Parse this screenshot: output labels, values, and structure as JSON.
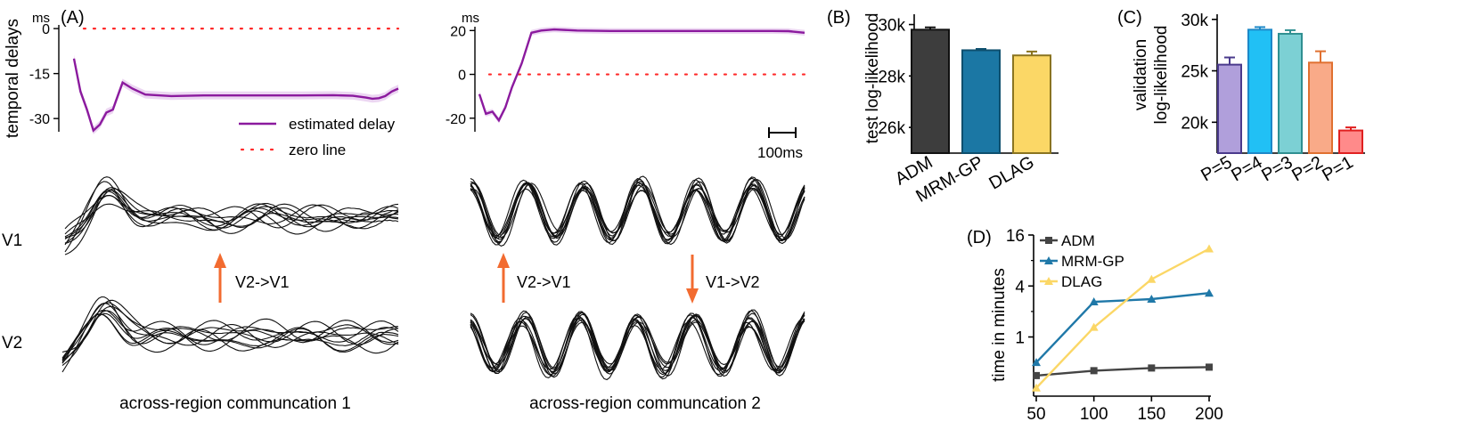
{
  "panel_labels": {
    "a": "(A)",
    "b": "(B)",
    "c": "(C)",
    "d": "(D)"
  },
  "panel_a": {
    "ylabel": "temporal delays",
    "unit": "ms",
    "legend": {
      "estimated": "estimated delay",
      "zero": "zero line"
    },
    "scalebar_label": "100ms",
    "region_labels": {
      "v1": "V1",
      "v2": "V2"
    },
    "arrow_labels": {
      "v2_to_v1": "V2->V1",
      "v1_to_v2": "V1->V2"
    },
    "captions": {
      "left": "across-region communcation 1",
      "right": "across-region communcation 2"
    },
    "colors": {
      "delay": "#8b1a9e",
      "band": "#ecd6f2",
      "zero": "#ff2a2a",
      "arrow": "#f26b30",
      "traces": "#111111"
    }
  },
  "chart_data": [
    {
      "id": "A1",
      "type": "line",
      "title": "",
      "xlabel": "",
      "ylabel": "temporal delays",
      "unit": "ms",
      "ylim": [
        -35,
        3
      ],
      "yticks": [
        0,
        -15,
        -30
      ],
      "series": [
        {
          "name": "estimated delay",
          "color": "#8b1a9e",
          "x": [
            0,
            0.02,
            0.04,
            0.06,
            0.08,
            0.1,
            0.12,
            0.13,
            0.15,
            0.18,
            0.22,
            0.3,
            0.4,
            0.5,
            0.6,
            0.7,
            0.8,
            0.86,
            0.9,
            0.92,
            0.94,
            0.96,
            0.98,
            1.0
          ],
          "y": [
            -10,
            -21,
            -27,
            -34,
            -32,
            -28,
            -27,
            -24,
            -18,
            -20,
            -22,
            -22.5,
            -22.3,
            -22.3,
            -22.3,
            -22.3,
            -22.2,
            -22.4,
            -23,
            -23.4,
            -23.2,
            -22.5,
            -21,
            -20
          ]
        },
        {
          "name": "zero line",
          "color": "#ff2a2a",
          "x": [
            0.03,
            1.0
          ],
          "y": [
            0,
            0
          ]
        }
      ]
    },
    {
      "id": "A2",
      "type": "line",
      "title": "",
      "xlabel": "",
      "ylabel": "",
      "unit": "ms",
      "ylim": [
        -27,
        25
      ],
      "yticks": [
        20,
        0,
        -20
      ],
      "series": [
        {
          "name": "estimated delay",
          "color": "#8b1a9e",
          "x": [
            0,
            0.02,
            0.04,
            0.06,
            0.08,
            0.1,
            0.13,
            0.16,
            0.19,
            0.23,
            0.3,
            0.4,
            0.5,
            0.6,
            0.7,
            0.8,
            0.9,
            0.95,
            1.0
          ],
          "y": [
            -9,
            -18,
            -17,
            -21,
            -15,
            -6,
            5,
            19,
            20,
            20.5,
            20,
            19.8,
            19.8,
            19.8,
            19.8,
            19.8,
            19.8,
            19.7,
            19
          ]
        },
        {
          "name": "zero line",
          "color": "#ff2a2a",
          "x": [
            0.03,
            1.0
          ],
          "y": [
            0,
            0
          ]
        }
      ]
    },
    {
      "id": "B",
      "type": "bar",
      "title": "",
      "xlabel": "",
      "ylabel": "test log-likelihood",
      "ylim": [
        25000,
        30400
      ],
      "yticks": [
        26000,
        28000,
        30000
      ],
      "yticklabels": [
        "26k",
        "28k",
        "30k"
      ],
      "categories": [
        "ADM",
        "MRM-GP",
        "DLAG"
      ],
      "values": [
        29800,
        29000,
        28800
      ],
      "errors": [
        90,
        50,
        150
      ],
      "colors": [
        "#3d3d3d",
        "#1b77a4",
        "#fbd766"
      ],
      "edge_colors": [
        "#111111",
        "#0e4f6e",
        "#8a7420"
      ]
    },
    {
      "id": "C",
      "type": "bar",
      "title": "",
      "xlabel": "",
      "ylabel": "validation log-likelihood",
      "ylim": [
        17000,
        30500
      ],
      "yticks": [
        20000,
        25000,
        30000
      ],
      "yticklabels": [
        "20k",
        "25k",
        "30k"
      ],
      "categories": [
        "P=5",
        "P=4",
        "P=3",
        "P=2",
        "P=1"
      ],
      "values": [
        25600,
        29000,
        28600,
        25800,
        19200
      ],
      "errors": [
        700,
        250,
        350,
        1100,
        300
      ],
      "colors": [
        "#b09fdb",
        "#21c0f5",
        "#7cd0d4",
        "#f9aa88",
        "#ff8a8a"
      ],
      "edge_colors": [
        "#4a3a8c",
        "#1d88c8",
        "#2f8f91",
        "#e07030",
        "#e02020"
      ]
    },
    {
      "id": "D",
      "type": "line",
      "title": "",
      "xlabel": "",
      "ylabel": "time in minutes",
      "xlim": [
        50,
        200
      ],
      "xticks": [
        50,
        100,
        150,
        200
      ],
      "yscale": "log2",
      "ylim": [
        0.2,
        16
      ],
      "yticks": [
        1,
        4,
        16
      ],
      "legend": "top-left",
      "series": [
        {
          "name": "ADM",
          "color": "#444444",
          "marker": "square",
          "x": [
            50,
            100,
            150,
            200
          ],
          "y": [
            0.35,
            0.4,
            0.43,
            0.44
          ]
        },
        {
          "name": "MRM-GP",
          "color": "#1f78a8",
          "marker": "triangle",
          "x": [
            50,
            100,
            150,
            200
          ],
          "y": [
            0.5,
            2.6,
            2.8,
            3.3
          ]
        },
        {
          "name": "DLAG",
          "color": "#fbd766",
          "marker": "triangle",
          "x": [
            50,
            100,
            150,
            200
          ],
          "y": [
            0.25,
            1.3,
            4.8,
            11
          ]
        }
      ]
    }
  ]
}
